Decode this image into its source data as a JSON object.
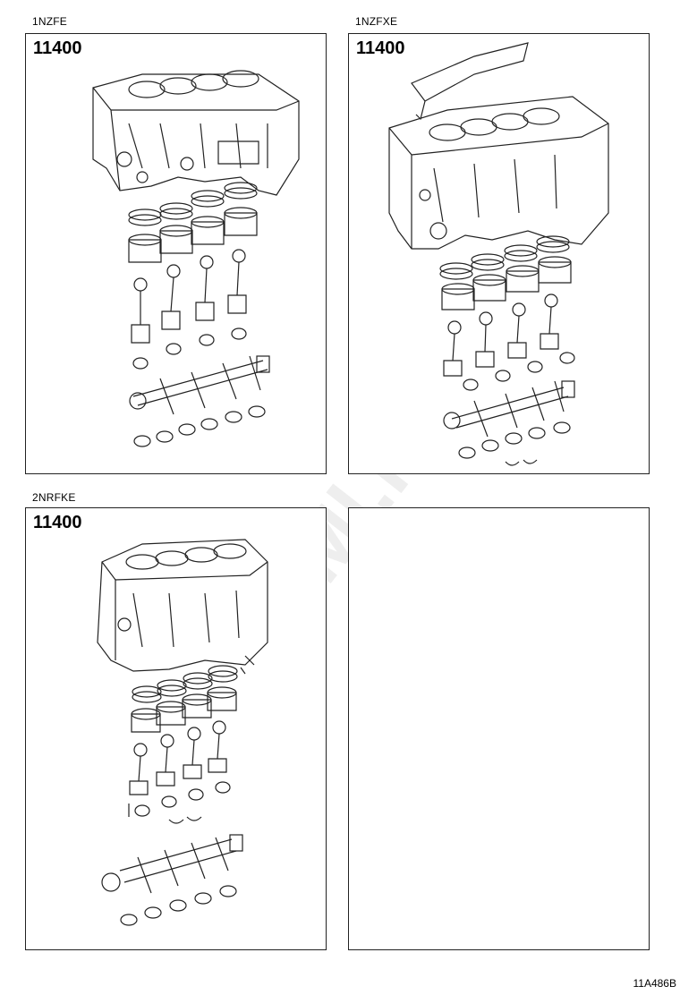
{
  "panels": [
    {
      "variant": "1NZFE",
      "part_number": "11400"
    },
    {
      "variant": "1NZFXE",
      "part_number": "11400"
    },
    {
      "variant": "2NRFKE",
      "part_number": "11400"
    },
    {
      "variant": "",
      "part_number": ""
    }
  ],
  "diagram_code": "11A486B",
  "watermark": "ToyotaCarMl.ru",
  "colors": {
    "line": "#222222",
    "watermark": "#efefef"
  }
}
